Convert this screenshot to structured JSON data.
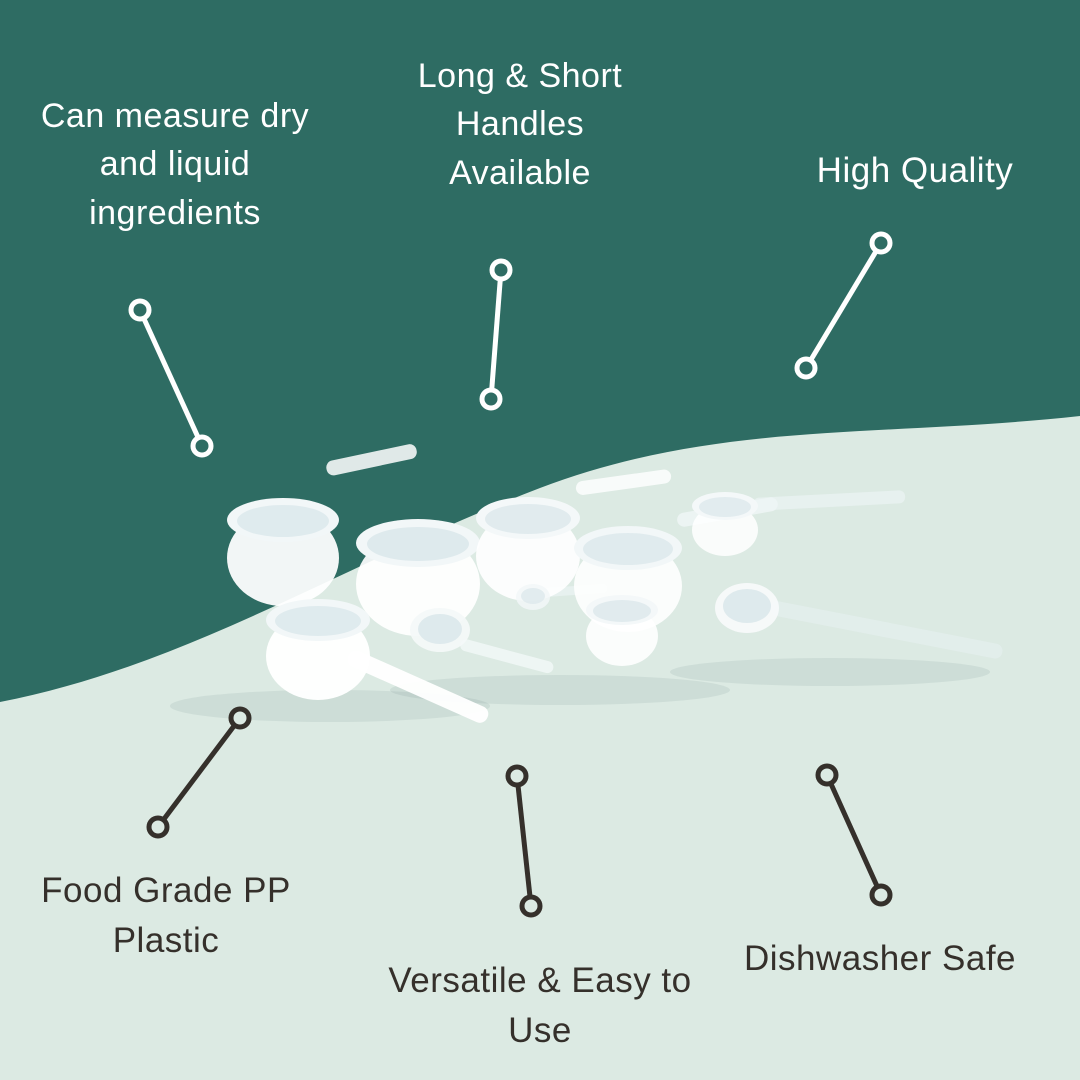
{
  "colors": {
    "background_top": "#2E6C63",
    "background_bottom": "#DCEAE3",
    "text_light": "#FFFFFF",
    "text_dark": "#35302B"
  },
  "callouts": {
    "measure_dry": "Can measure dry\nand liquid\ningredients",
    "handles": "Long & Short\nHandles\nAvailable",
    "high_quality": "High Quality",
    "food_grade": "Food Grade PP\nPlastic",
    "versatile": "Versatile & Easy to\nUse",
    "dishwasher": "Dishwasher Safe"
  },
  "product": {
    "description": "Set of white plastic measuring scoops and spoons with long and short handles"
  }
}
